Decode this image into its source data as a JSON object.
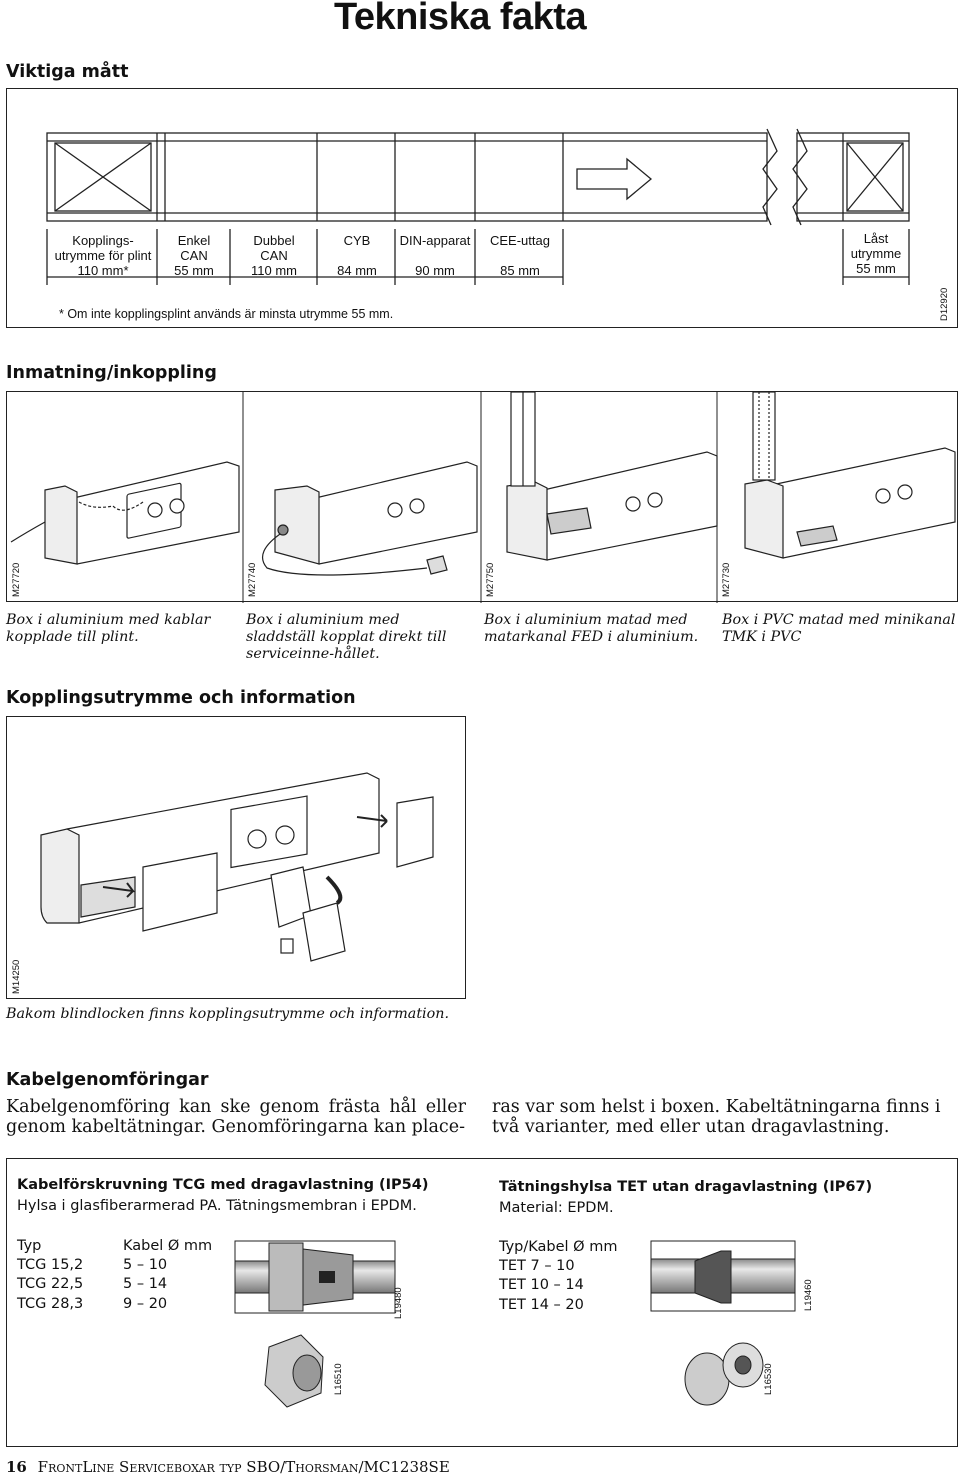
{
  "page_title": "Tekniska fakta",
  "sections": {
    "dimensions": {
      "heading": "Viktiga mått",
      "labels": [
        {
          "l1": "Kopplings-",
          "l2": "utrymme för plint",
          "l3": "110 mm*"
        },
        {
          "l1": "Enkel",
          "l2": "CAN",
          "l3": "55 mm"
        },
        {
          "l1": "Dubbel",
          "l2": "CAN",
          "l3": "110 mm"
        },
        {
          "l1": "CYB",
          "l2": "",
          "l3": "84 mm"
        },
        {
          "l1": "DIN-apparat",
          "l2": "",
          "l3": "90 mm"
        },
        {
          "l1": "CEE-uttag",
          "l2": "",
          "l3": "85 mm"
        },
        {
          "l1": "Låst",
          "l2": "utrymme",
          "l3": "55 mm"
        }
      ],
      "footnote": "* Om inte kopplingsplint används är minsta utrymme 55 mm.",
      "code": "D12920"
    },
    "feed": {
      "heading": "Inmatning/inkoppling",
      "panels": [
        {
          "code": "M27720",
          "caption": "Box i aluminium med kablar kopplade till plint."
        },
        {
          "code": "M27740",
          "caption": "Box i aluminium med sladdställ kopplat direkt till serviceinne-hållet."
        },
        {
          "code": "M27750",
          "caption": "Box i aluminium matad med matarkanal FED i aluminium."
        },
        {
          "code": "M27730",
          "caption": "Box i PVC matad med minikanal TMK i PVC"
        }
      ]
    },
    "space": {
      "heading": "Kopplingsutrymme och information",
      "code": "M14250",
      "caption": "Bakom blindlocken finns kopplingsutrymme och information."
    },
    "glands": {
      "heading": "Kabelgenomföringar",
      "col1": "Kabelgenomföring kan ske genom frästa hål eller genom kabeltätningar. Genomföringarna kan place-",
      "col2": "ras var som helst i boxen. Kabeltätningarna finns i två varianter, med eller utan dragavlastning.",
      "left": {
        "title": "Kabelförskruvning TCG med dragavlastning (IP54)",
        "sub": "Hylsa i glasfiberarmerad PA. Tätningsmembran i EPDM.",
        "head_typ": "Typ",
        "head_kabel": "Kabel Ø mm",
        "rows": [
          {
            "typ": "TCG 15,2",
            "kabel": "5 – 10"
          },
          {
            "typ": "TCG 22,5",
            "kabel": "5 – 14"
          },
          {
            "typ": "TCG 28,3",
            "kabel": "9 – 20"
          }
        ],
        "code1": "L19480",
        "code2": "L16510"
      },
      "right": {
        "title": "Tätningshylsa TET utan dragavlastning (IP67)",
        "sub": "Material: EPDM.",
        "head": "Typ/Kabel Ø mm",
        "rows": [
          "TET 7 – 10",
          "TET 10 – 14",
          "TET 14 – 20"
        ],
        "code1": "L19460",
        "code2": "L16530"
      }
    }
  },
  "footer": {
    "page_number": "16",
    "text": "FrontLine Serviceboxar typ SBO/Thorsman/MC1238SE"
  }
}
